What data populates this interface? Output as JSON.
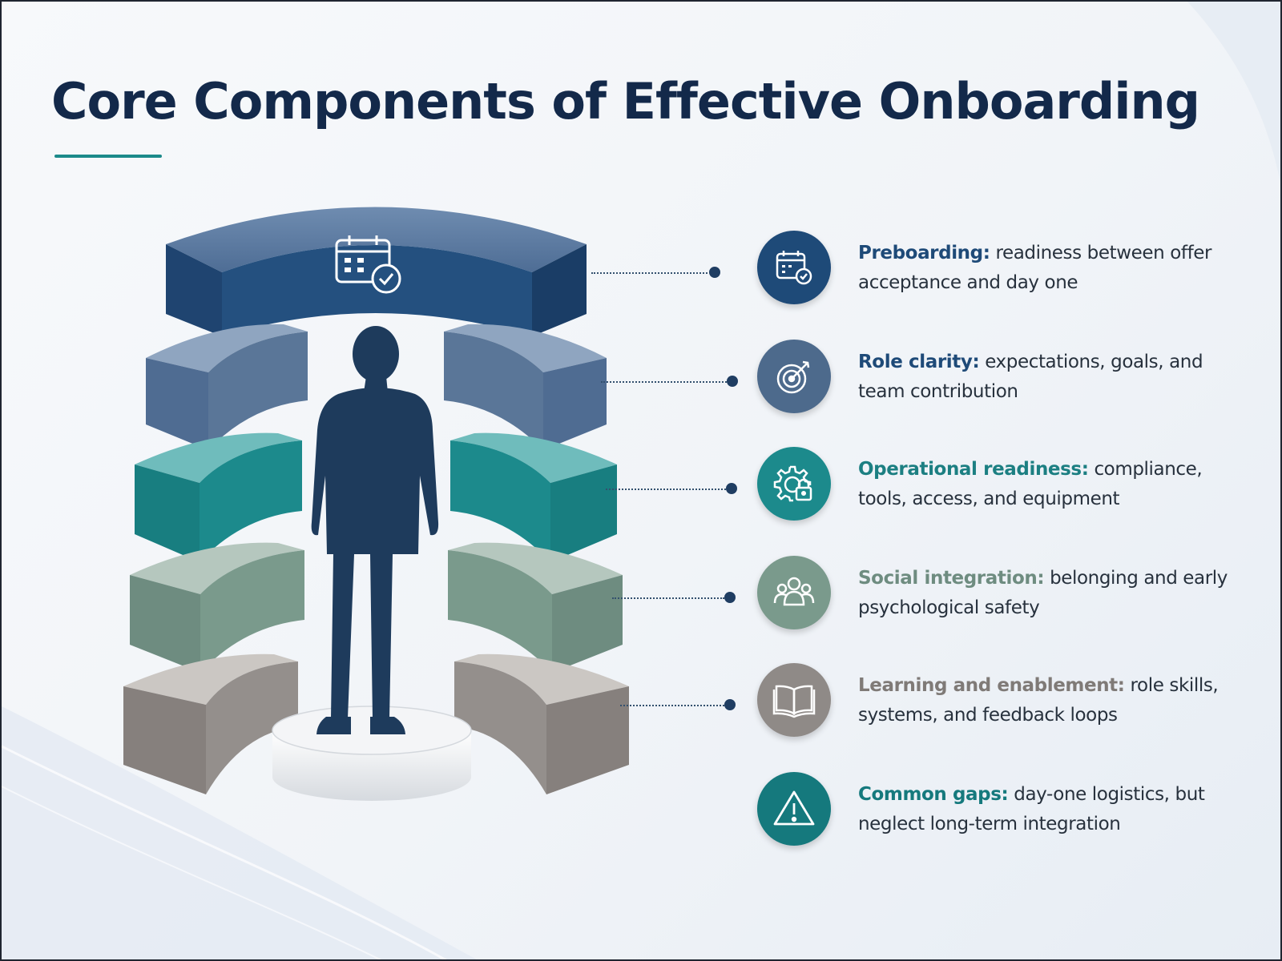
{
  "title": "Core Components of Effective Onboarding",
  "colors": {
    "navy": "#1e4a78",
    "slate": "#5a7698",
    "teal": "#1c8a8c",
    "sage": "#7a9a8c",
    "taupe": "#8f8a87",
    "dark_teal": "#15797d",
    "figure": "#1e3b5c"
  },
  "components": [
    {
      "label": "Preboarding:",
      "description": "readiness between offer acceptance and day one",
      "icon": "calendar-check-icon",
      "color": "#1e4a78"
    },
    {
      "label": "Role clarity:",
      "description": "expectations, goals, and team contribution",
      "icon": "target-icon",
      "color": "#4d6a8c"
    },
    {
      "label": "Operational readiness:",
      "description": "compliance, tools, access, and equipment",
      "icon": "gear-lock-icon",
      "color": "#1c8a8c"
    },
    {
      "label": "Social integration:",
      "description": "belonging and early psychological safety",
      "icon": "team-icon",
      "color": "#7a9a8c"
    },
    {
      "label": "Learning and enablement:",
      "description": "role skills, systems, and feedback loops",
      "icon": "book-icon",
      "color": "#8f8a87"
    },
    {
      "label": "Common gaps:",
      "description": "day-one logistics, but neglect long-term integration",
      "icon": "warning-icon",
      "color": "#15797d"
    }
  ]
}
